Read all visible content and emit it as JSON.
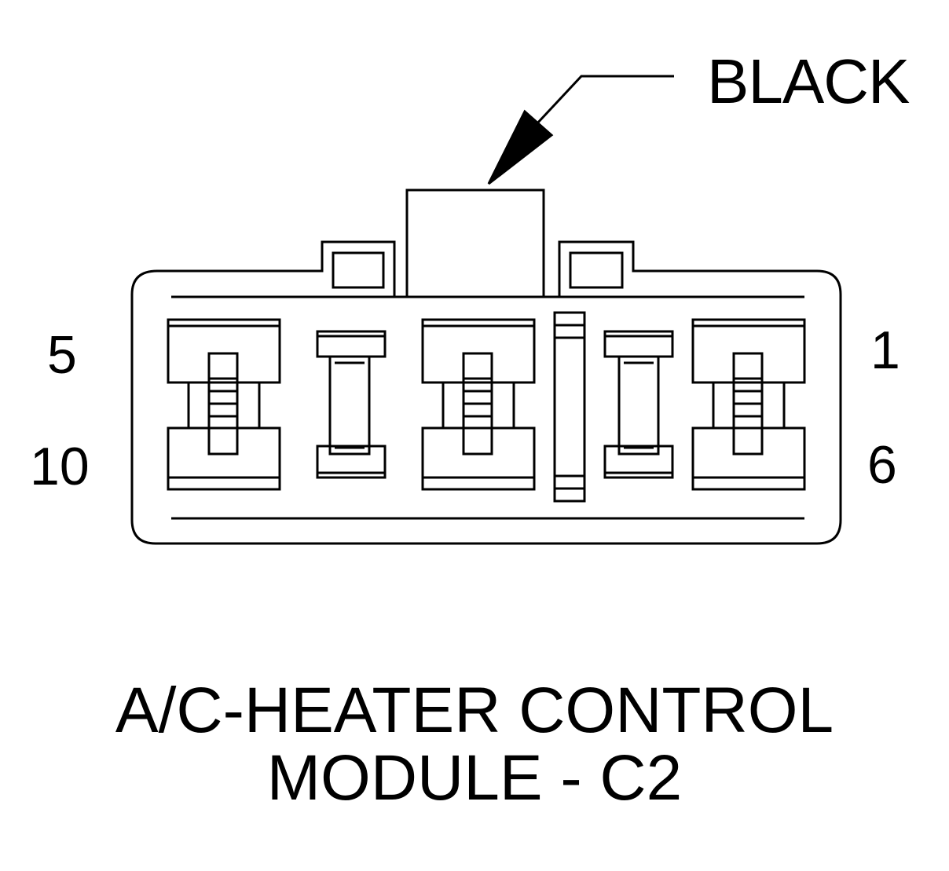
{
  "connector_color_label": "BLACK",
  "pin_labels": {
    "top_left": "5",
    "bottom_left": "10",
    "top_right": "1",
    "bottom_right": "6"
  },
  "title": {
    "line1": "A/C-HEATER CONTROL",
    "line2": "MODULE - C2"
  },
  "colors": {
    "ink": "#000000",
    "background": "#ffffff"
  }
}
